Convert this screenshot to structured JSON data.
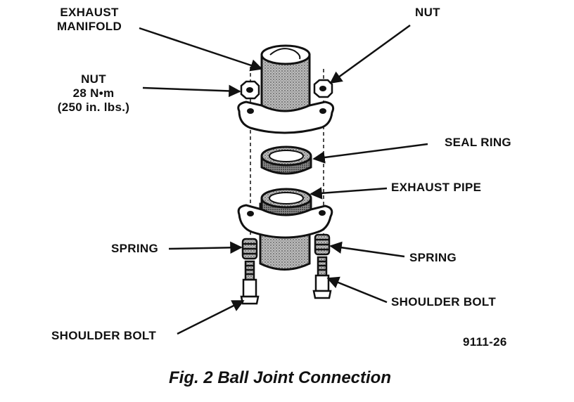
{
  "labels": {
    "exhaust_manifold_line1": "EXHAUST",
    "exhaust_manifold_line2": "MANIFOLD",
    "nut_top_right": "NUT",
    "nut_left_line1": "NUT",
    "nut_left_line2": "28 N•m",
    "nut_left_line3": "(250 in. lbs.)",
    "seal_ring": "SEAL RING",
    "exhaust_pipe": "EXHAUST PIPE",
    "spring_left": "SPRING",
    "spring_right": "SPRING",
    "shoulder_bolt_right": "SHOULDER BOLT",
    "shoulder_bolt_left": "SHOULDER BOLT",
    "figure_code": "9111-26"
  },
  "caption": "Fig. 2 Ball Joint Connection"
}
